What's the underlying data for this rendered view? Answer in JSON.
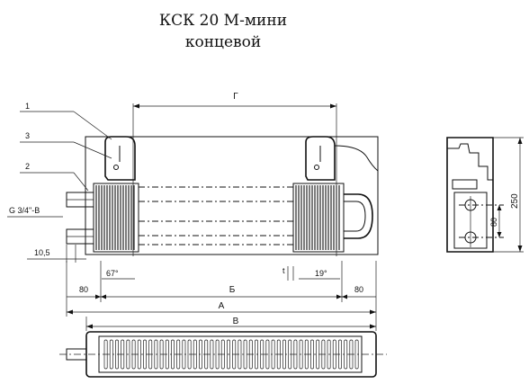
{
  "title": {
    "line1": "КСК 20 М-мини",
    "line2": "концевой"
  },
  "callouts": {
    "c1": "1",
    "c3": "3",
    "c2": "2",
    "thread": "G 3/4\"-В",
    "pipe_offset": "10,5"
  },
  "dimensions": {
    "g": "Г",
    "angle_left": "67°",
    "angle_right": "19°",
    "t": "t",
    "side_left": "80",
    "side_right": "80",
    "b": "Б",
    "a": "А",
    "v": "В",
    "height": "250",
    "pipe_spacing": "80"
  }
}
